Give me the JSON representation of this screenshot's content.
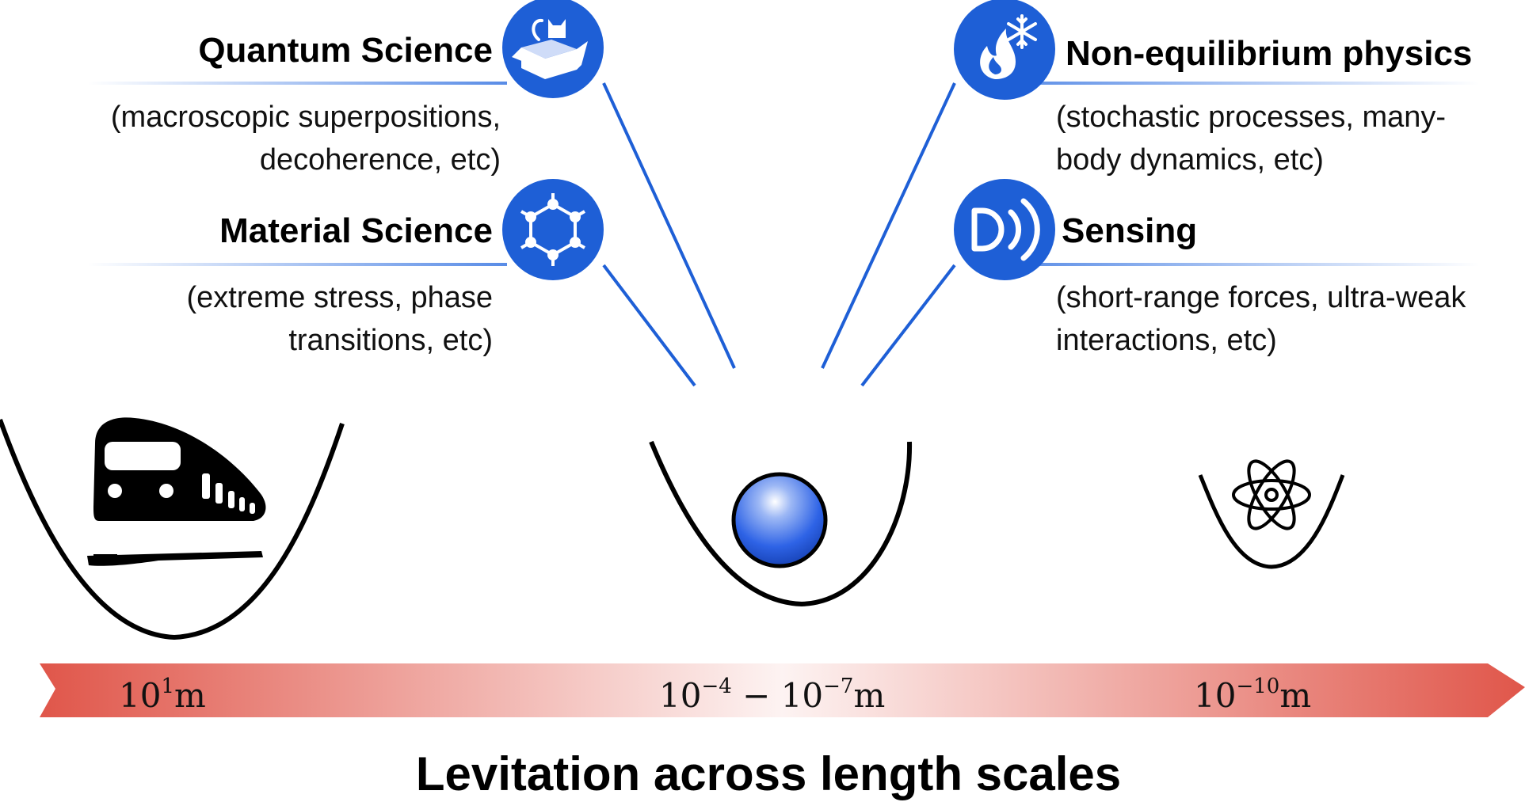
{
  "applications": [
    {
      "id": "quantum",
      "title": "Quantum Science",
      "description_lines": [
        "(macroscopic superpositions,",
        "decoherence, etc)"
      ],
      "icon": "cat-in-box-icon"
    },
    {
      "id": "material",
      "title": "Material Science",
      "description_lines": [
        "(extreme stress, phase",
        "transitions, etc)"
      ],
      "icon": "hexagon-molecule-icon"
    },
    {
      "id": "nonequilibrium",
      "title": "Non-equilibrium physics",
      "description_lines": [
        "(stochastic processes, many-",
        "body dynamics, etc)"
      ],
      "icon": "flame-snowflake-icon"
    },
    {
      "id": "sensing",
      "title": "Sensing",
      "description_lines": [
        "(short-range forces, ultra-weak",
        "interactions, etc)"
      ],
      "icon": "sensor-waves-icon"
    }
  ],
  "scales": {
    "left": {
      "base": "10",
      "exp": "1",
      "unit": "m"
    },
    "middle": {
      "base1": "10",
      "exp1": "−4",
      "dash": " − ",
      "base2": "10",
      "exp2": "−7",
      "unit": "m"
    },
    "right": {
      "base": "10",
      "exp": "−10",
      "unit": "m"
    }
  },
  "trap_objects": [
    "train-icon",
    "levitated-sphere",
    "atom-icon"
  ],
  "caption": "Levitation across length scales",
  "colors": {
    "accent_blue": "#1e5fd6",
    "arrow_red": "#e0564a",
    "ink": "#000000"
  }
}
